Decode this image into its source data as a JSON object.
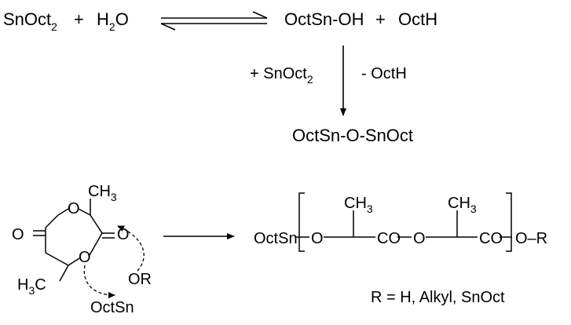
{
  "reaction1": {
    "reactant1": "SnOct",
    "reactant1_sub": "2",
    "plus": "+",
    "reactant2_a": "H",
    "reactant2_sub": "2",
    "reactant2_b": "O",
    "product1": "OctSn-OH",
    "product2": "OctH"
  },
  "reaction2": {
    "reagent_left": "+ SnOct",
    "reagent_left_sub": "2",
    "reagent_right": "- OctH",
    "product": "OctSn-O-SnOct"
  },
  "lactide": {
    "ch3_top": "CH",
    "ch3_top_sub": "3",
    "ring_o_top": "O",
    "ring_o_bottom": "O",
    "carbonyl_left_o": "O",
    "carbonyl_right_o": "O",
    "ch3_bottom_h": "H",
    "ch3_bottom_sub": "3",
    "ch3_bottom_c": "C",
    "or_group": "OR",
    "octsn_group": "OctSn"
  },
  "polymer": {
    "start": "OctSn",
    "o1": "O",
    "ch3_1": "CH",
    "ch3_1_sub": "3",
    "co1": "CO",
    "o2": "O",
    "ch3_2": "CH",
    "ch3_2_sub": "3",
    "co2": "CO",
    "end": "O–R"
  },
  "legend": {
    "r_definition": "R = H, Alkyl, SnOct"
  }
}
